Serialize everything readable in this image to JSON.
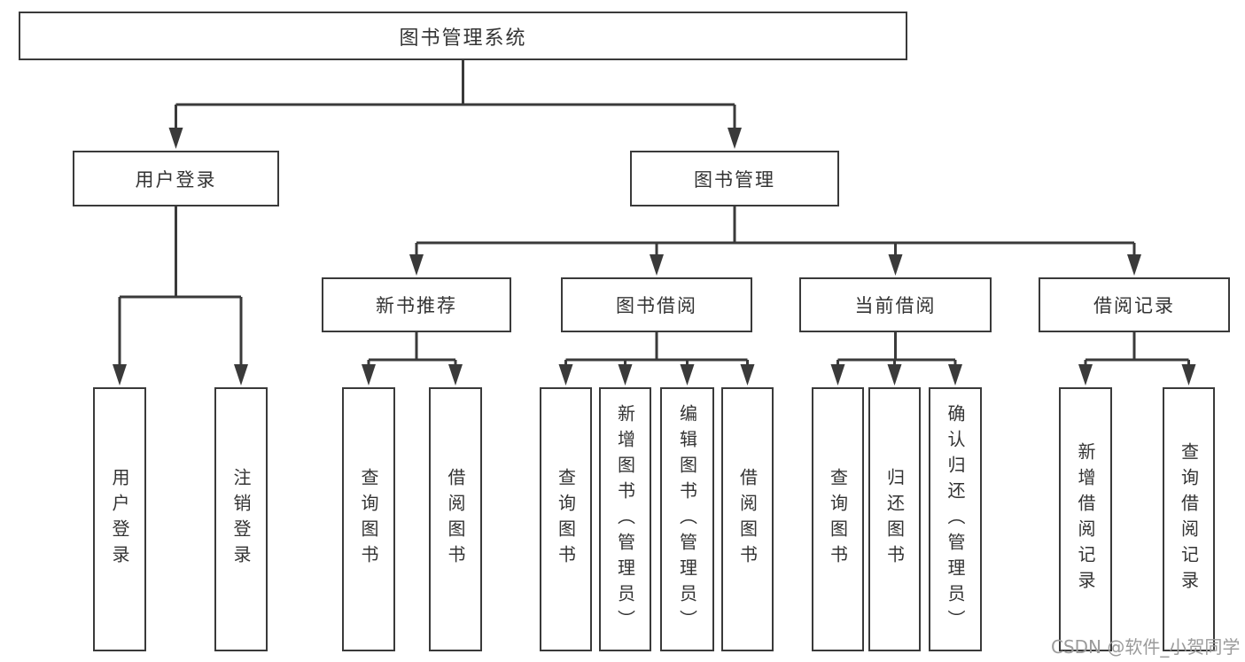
{
  "tree": {
    "label": "图书管理系统",
    "children": [
      {
        "label": "用户登录",
        "children": [
          {
            "label": "用户登录"
          },
          {
            "label": "注销登录"
          }
        ]
      },
      {
        "label": "图书管理",
        "children": [
          {
            "label": "新书推荐",
            "children": [
              {
                "label": "查询图书"
              },
              {
                "label": "借阅图书"
              }
            ]
          },
          {
            "label": "图书借阅",
            "children": [
              {
                "label": "查询图书"
              },
              {
                "label": "新增图书（管理员）"
              },
              {
                "label": "编辑图书（管理员）"
              },
              {
                "label": "借阅图书"
              }
            ]
          },
          {
            "label": "当前借阅",
            "children": [
              {
                "label": "查询图书"
              },
              {
                "label": "归还图书"
              },
              {
                "label": "确认归还（管理员）"
              }
            ]
          },
          {
            "label": "借阅记录",
            "children": [
              {
                "label": "新增借阅记录"
              },
              {
                "label": "查询借阅记录"
              }
            ]
          }
        ]
      }
    ]
  },
  "watermark": {
    "text": "CSDN @软件_小贺同学"
  },
  "colors": {
    "line": "#3a3a3a",
    "box_border": "#3a3a3a",
    "text": "#333333",
    "watermark": "#9b9b9b",
    "background": "#ffffff"
  }
}
